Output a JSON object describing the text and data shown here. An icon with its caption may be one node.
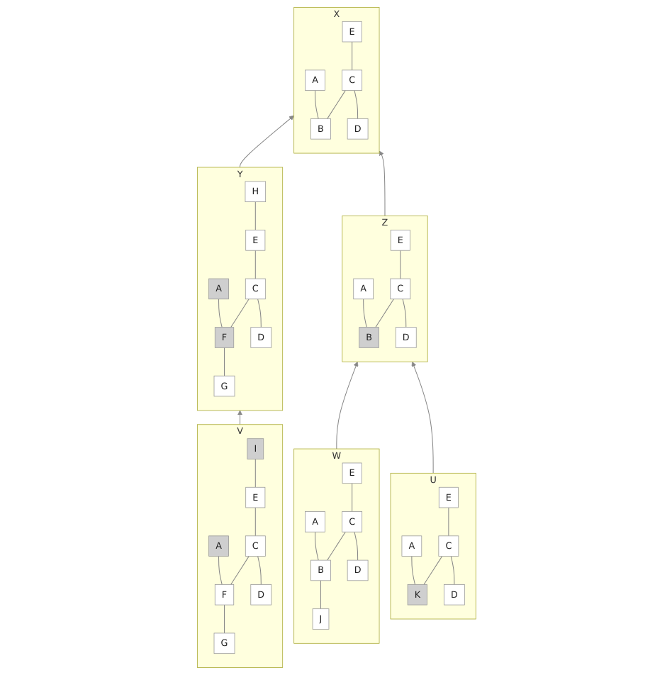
{
  "diagram": {
    "nodes": [
      {
        "text": [
          "X"
        ]
      },
      {
        "text": [
          "A"
        ],
        "in": 0
      },
      {
        "text": [
          "B"
        ],
        "in": 0
      },
      {
        "text": [
          "C"
        ],
        "in": 0
      },
      {
        "text": [
          "D"
        ],
        "in": 0
      },
      {
        "text": [
          "E"
        ],
        "in": 0
      },
      {
        "text": [
          "Y"
        ]
      },
      {
        "text": [
          "A"
        ],
        "in": 6
      },
      {
        "text": [
          "F"
        ],
        "in": 6
      },
      {
        "text": [
          "G"
        ],
        "in": 6
      },
      {
        "text": [
          "C"
        ],
        "in": 6
      },
      {
        "text": [
          "D"
        ],
        "in": 6
      },
      {
        "text": [
          "H"
        ],
        "in": 6
      },
      {
        "text": [
          "E"
        ],
        "in": 6
      },
      {
        "text": [
          "Z"
        ]
      },
      {
        "text": [
          "A"
        ],
        "in": 14
      },
      {
        "text": [
          "B"
        ],
        "in": 14
      },
      {
        "text": [
          "C"
        ],
        "in": 14
      },
      {
        "text": [
          "D"
        ],
        "in": 14
      },
      {
        "text": [
          "E"
        ],
        "in": 14
      },
      {
        "text": [
          "V"
        ]
      },
      {
        "text": [
          "A"
        ],
        "in": 20
      },
      {
        "text": [
          "F"
        ],
        "in": 20
      },
      {
        "text": [
          "G"
        ],
        "in": 20
      },
      {
        "text": [
          "C"
        ],
        "in": 20
      },
      {
        "text": [
          "D"
        ],
        "in": 20
      },
      {
        "text": [
          "I"
        ],
        "in": 20
      },
      {
        "text": [
          "E"
        ],
        "in": 20
      },
      {
        "text": [
          "W"
        ]
      },
      {
        "text": [
          "A"
        ],
        "in": 28
      },
      {
        "text": [
          "B"
        ],
        "in": 28
      },
      {
        "text": [
          "J"
        ],
        "in": 28
      },
      {
        "text": [
          "C"
        ],
        "in": 28
      },
      {
        "text": [
          "D"
        ],
        "in": 28
      },
      {
        "text": [
          "E"
        ],
        "in": 28
      },
      {
        "text": [
          "U"
        ]
      },
      {
        "text": [
          "A"
        ],
        "in": 35
      },
      {
        "text": [
          "K"
        ],
        "in": 35
      },
      {
        "text": [
          "C"
        ],
        "in": 35
      },
      {
        "text": [
          "D"
        ],
        "in": 35
      },
      {
        "text": [
          "E"
        ],
        "in": 35
      }
    ],
    "edges": [
      {
        "from": 6,
        "to": 0,
        "arrow": "to"
      },
      {
        "from": 14,
        "to": 0,
        "arrow": "to"
      },
      {
        "from": 20,
        "to": 6,
        "arrow": "to"
      },
      {
        "from": 28,
        "to": 14,
        "arrow": "to"
      },
      {
        "from": 35,
        "to": 14,
        "arrow": "to"
      },
      {
        "from": 1,
        "to": 2,
        "arrow": "none"
      },
      {
        "from": 3,
        "to": 2,
        "arrow": "none"
      },
      {
        "from": 3,
        "to": 4,
        "arrow": "none"
      },
      {
        "from": 5,
        "to": 3,
        "arrow": "none"
      },
      {
        "from": 7,
        "to": 8,
        "arrow": "none"
      },
      {
        "from": 8,
        "to": 9,
        "arrow": "none"
      },
      {
        "from": 10,
        "to": 8,
        "arrow": "none"
      },
      {
        "from": 10,
        "to": 11,
        "arrow": "none"
      },
      {
        "from": 13,
        "to": 10,
        "arrow": "none"
      },
      {
        "from": 12,
        "to": 13,
        "arrow": "none"
      },
      {
        "from": 15,
        "to": 16,
        "arrow": "none"
      },
      {
        "from": 17,
        "to": 16,
        "arrow": "none"
      },
      {
        "from": 17,
        "to": 18,
        "arrow": "none"
      },
      {
        "from": 19,
        "to": 17,
        "arrow": "none"
      },
      {
        "from": 21,
        "to": 22,
        "arrow": "none"
      },
      {
        "from": 22,
        "to": 23,
        "arrow": "none"
      },
      {
        "from": 24,
        "to": 22,
        "arrow": "none"
      },
      {
        "from": 24,
        "to": 25,
        "arrow": "none"
      },
      {
        "from": 27,
        "to": 24,
        "arrow": "none"
      },
      {
        "from": 26,
        "to": 27,
        "arrow": "none"
      },
      {
        "from": 29,
        "to": 30,
        "arrow": "none"
      },
      {
        "from": 30,
        "to": 31,
        "arrow": "none"
      },
      {
        "from": 32,
        "to": 30,
        "arrow": "none"
      },
      {
        "from": 32,
        "to": 33,
        "arrow": "none"
      },
      {
        "from": 34,
        "to": 32,
        "arrow": "none"
      },
      {
        "from": 36,
        "to": 37,
        "arrow": "none"
      },
      {
        "from": 38,
        "to": 37,
        "arrow": "none"
      },
      {
        "from": 38,
        "to": 39,
        "arrow": "none"
      },
      {
        "from": 40,
        "to": 38,
        "arrow": "none"
      }
    ]
  }
}
